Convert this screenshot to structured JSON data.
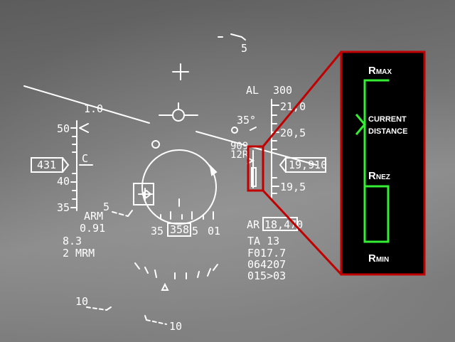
{
  "hud": {
    "heading_tick_top": "5",
    "pitch_ladder_label": "1.0",
    "bank_angle": "35°",
    "altitude_mode": "AL",
    "altitude_setting": "300",
    "alt_scale_upper": "21,0",
    "alt_scale_mid": "20,5",
    "alt_scale_lower": "19,5",
    "altitude_box": "19,910",
    "alt_side_upper": "909",
    "alt_side_lower": "12R",
    "airspeed_scale_top": "50",
    "airspeed_scale_mid": "40",
    "airspeed_scale_bottom": "35",
    "airspeed_box": "431",
    "airspeed_caret": "C",
    "weapon_status": "ARM",
    "mach": "0.91",
    "g_load": "8.3",
    "missile_count": "2 MRM",
    "ladder_left_label": "5",
    "heading_left": "35",
    "heading_box": "358",
    "heading_right_partial": "5",
    "heading_right": "01",
    "range_label": "AR",
    "range_box": "18,470",
    "target_aspect": "TA 13",
    "closure": "F017.7",
    "coordinates": "064207",
    "steering": "015>03",
    "lower_ladder_left": "10",
    "lower_ladder_right": "10"
  },
  "callout": {
    "rmax_base": "R",
    "rmax_sub": "MAX",
    "current_line1": "CURRENT",
    "current_line2": "DISTANCE",
    "rnez_base": "R",
    "rnez_sub": "NEZ",
    "rmin_base": "R",
    "rmin_sub": "MIN",
    "frame_color": "#c00000",
    "range_bar_color": "#33ee33"
  }
}
